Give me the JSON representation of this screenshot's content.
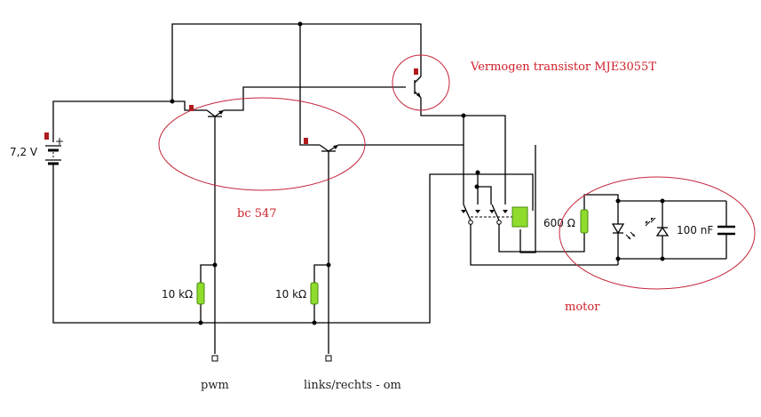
{
  "diagram": {
    "type": "electronic circuit schematic",
    "components": {
      "battery": {
        "label": "7,2 V",
        "polarity_mark": "+"
      },
      "transistor_q1": {
        "type": "npn",
        "model_group": "bc 547"
      },
      "transistor_q2": {
        "type": "npn",
        "model_group": "bc 547"
      },
      "transistor_power": {
        "type": "npn",
        "model": "MJE3055T"
      },
      "resistor_pwm": {
        "label": "10 kΩ"
      },
      "resistor_dir": {
        "label": "10 kΩ"
      },
      "resistor_motor": {
        "label": "600 Ω"
      },
      "capacitor": {
        "label": "100 nF"
      },
      "relay": {
        "type": "DPDT relay"
      },
      "led": {
        "type": "light-emitting diode"
      },
      "photodiode": {
        "type": "photodiode"
      }
    },
    "annotations": {
      "power_transistor": "Vermogen transistor MJE3055T",
      "small_transistors": "bc 547",
      "motor": "motor"
    },
    "ports": {
      "pwm": "pwm",
      "direction": "links/rechts - om"
    },
    "colors": {
      "wire": "#000000",
      "annotation": "#d0202a",
      "resistor_fill": "#8fdc2c",
      "relay_fill": "#8fdc2c",
      "flag": "#b01a1a"
    }
  }
}
